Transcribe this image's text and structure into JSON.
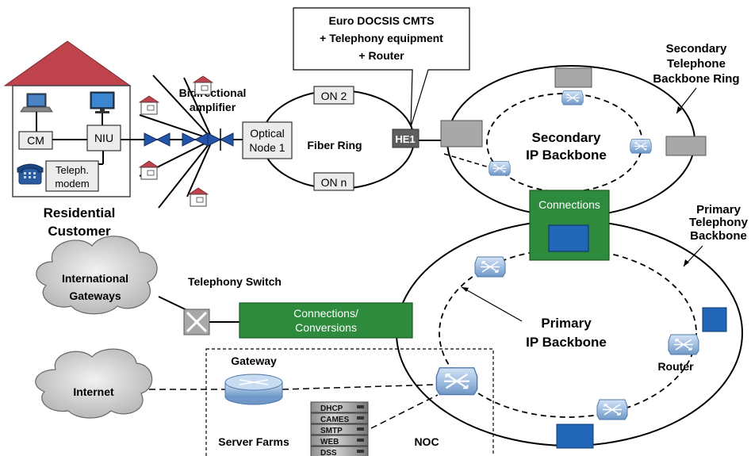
{
  "house": {
    "title_line1": "Residential",
    "title_line2": "Customer",
    "cm": "CM",
    "niu": "NIU",
    "modem_line1": "Teleph.",
    "modem_line2": "modem"
  },
  "amplifier": {
    "line1": "Bidirectional",
    "line2": "amplifier"
  },
  "optical_node": {
    "line1": "Optical",
    "line2": "Node 1"
  },
  "fiber_ring": {
    "label": "Fiber Ring",
    "on2": "ON 2",
    "onn": "ON n"
  },
  "headend": {
    "label": "HE1",
    "callout_line1": "Euro DOCSIS CMTS",
    "callout_line2": "+ Telephony equipment",
    "callout_line3": "+ Router"
  },
  "secondary_ip": {
    "line1": "Secondary",
    "line2": "IP Backbone"
  },
  "secondary_tel": {
    "line1": "Secondary",
    "line2": "Telephone",
    "line3": "Backbone Ring"
  },
  "connections_top": "Connections",
  "primary_tel": {
    "line1": "Primary",
    "line2": "Telephony",
    "line3": "Backbone"
  },
  "primary_ip": {
    "line1": "Primary",
    "line2": "IP Backbone"
  },
  "router_label": "Router",
  "international": {
    "line1": "International",
    "line2": "Gateways"
  },
  "telephony_switch": "Telephony Switch",
  "connections_conv": {
    "line1": "Connections/",
    "line2": "Conversions"
  },
  "internet": "Internet",
  "gateway": "Gateway",
  "server_farms": "Server Farms",
  "noc": "NOC",
  "server_units": [
    "DHCP",
    "CAMES",
    "SMTP",
    "WEB",
    "DSS"
  ],
  "colors": {
    "roof": "#c0424d",
    "green_box": "#2e8b3e",
    "blue_box": "#2266b8",
    "grey_box": "#a8a8a8",
    "he1_box": "#5e5e5e",
    "valve": "#2255aa"
  }
}
